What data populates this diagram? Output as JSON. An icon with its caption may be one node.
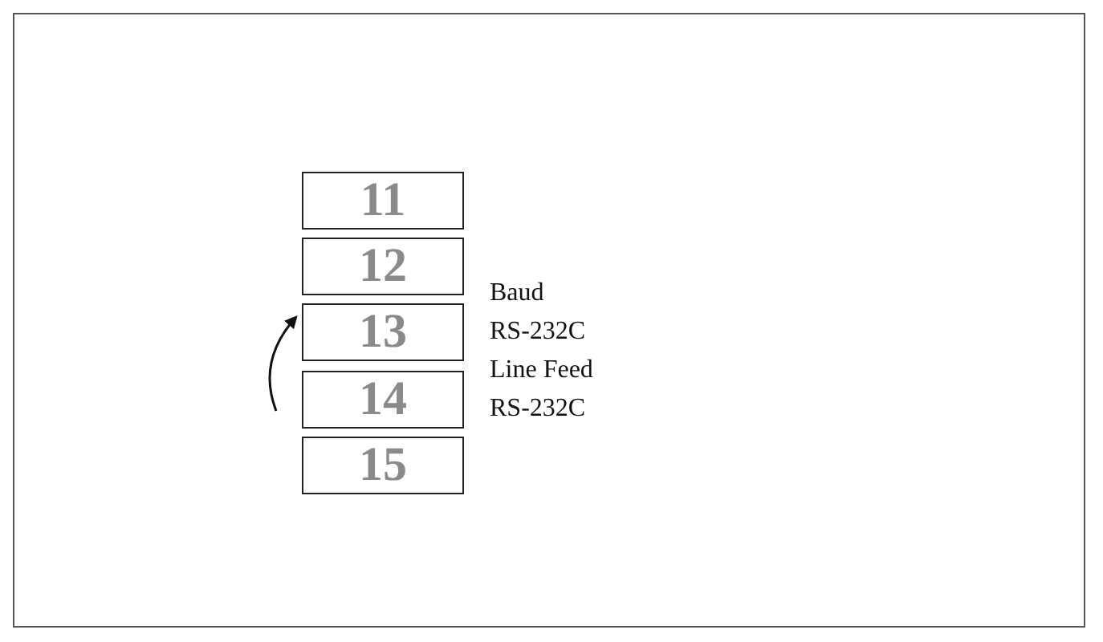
{
  "diagram": {
    "nodes": [
      {
        "text": [
          "11"
        ]
      },
      {
        "text": [
          "12"
        ]
      },
      {
        "text": [
          "13"
        ]
      },
      {
        "text": [
          "14"
        ]
      },
      {
        "text": [
          "15"
        ]
      }
    ],
    "labels": [
      "Baud",
      "RS-232C",
      "Line Feed",
      "RS-232C"
    ]
  }
}
